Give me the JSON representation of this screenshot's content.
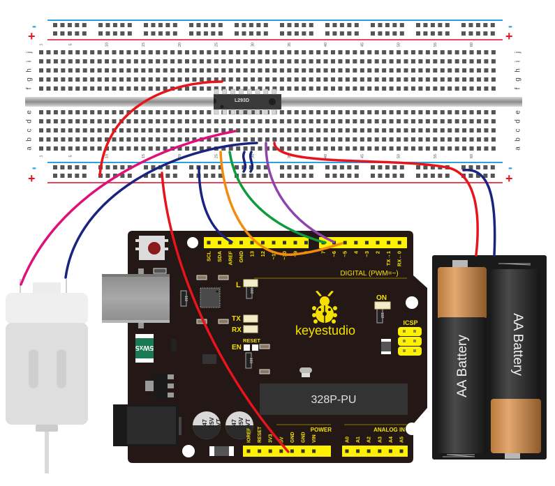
{
  "breadboard": {
    "row_labels_top": [
      "j",
      "i",
      "h",
      "g",
      "f"
    ],
    "row_labels_bottom": [
      "e",
      "d",
      "c",
      "b",
      "a"
    ],
    "column_numbers": [
      "1",
      "5",
      "10",
      "15",
      "20",
      "25",
      "30",
      "35",
      "40",
      "45",
      "50",
      "55",
      "60"
    ],
    "rail_minus": "-",
    "rail_plus": "+",
    "columns": 63
  },
  "ic_chip": {
    "label": "L293D"
  },
  "arduino": {
    "brand": "keyestudio",
    "mcu_label": "328P-PU",
    "digital_header_label": "DIGITAL  (PWM=~)",
    "top_pins": [
      "SCL",
      "SDA",
      "AREF",
      "GND",
      "13",
      "12",
      "~11",
      "~10",
      "~9",
      "8",
      "7",
      "~6",
      "~5",
      "4",
      "~3",
      "2",
      "TX→1",
      "RX←0"
    ],
    "power_label": "POWER",
    "power_pins": [
      "IOREF",
      "RESET",
      "3V3",
      "5V",
      "GND",
      "GND",
      "VIN"
    ],
    "analog_label": "ANALOG IN",
    "analog_pins": [
      "A0",
      "A1",
      "A2",
      "A3",
      "A4",
      "A5"
    ],
    "led_labels": {
      "l": "L",
      "tx": "TX",
      "rx": "RX",
      "on": "ON"
    },
    "en_label": "EN",
    "reset_label": "RESET",
    "icsp_label": "ICSP",
    "fuse_label": "5Wx5",
    "cap_label": [
      "47",
      "25V",
      "VT"
    ],
    "resistor_codes": [
      "102",
      "102",
      "103",
      "102"
    ]
  },
  "battery_pack": {
    "cells": [
      {
        "label": "AA Battery"
      },
      {
        "label": "AA Battery"
      }
    ]
  },
  "motor": {
    "name": "DC motor"
  },
  "wires": [
    {
      "name": "wire-red-5v",
      "color": "#e8141c"
    },
    {
      "name": "wire-red-rail",
      "color": "#e8141c"
    },
    {
      "name": "wire-pink-motor",
      "color": "#e0107a"
    },
    {
      "name": "wire-navy-motor",
      "color": "#1a237e"
    },
    {
      "name": "wire-navy-gnd",
      "color": "#1a237e"
    },
    {
      "name": "wire-orange-pin5",
      "color": "#f28c0f"
    },
    {
      "name": "wire-green-pin7",
      "color": "#0f9a3c"
    },
    {
      "name": "wire-purple-pin6",
      "color": "#8e44ad"
    },
    {
      "name": "wire-red-battery",
      "color": "#e8141c"
    },
    {
      "name": "wire-navy-battery",
      "color": "#1a237e"
    }
  ],
  "colors": {
    "rail_blue": "#29a3e0",
    "rail_red": "#e8455a",
    "board_bg": "#231815",
    "header_yellow": "#fff200",
    "silk_yellow": "#f5e100"
  }
}
